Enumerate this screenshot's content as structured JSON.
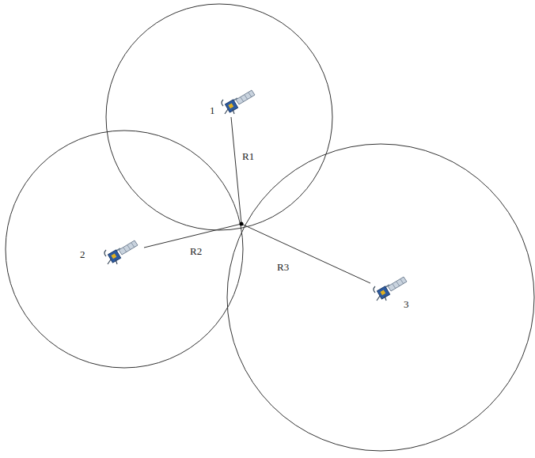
{
  "diagram": {
    "labels": [
      "1",
      "2",
      "3",
      "R1",
      "R2",
      "R3"
    ]
  }
}
